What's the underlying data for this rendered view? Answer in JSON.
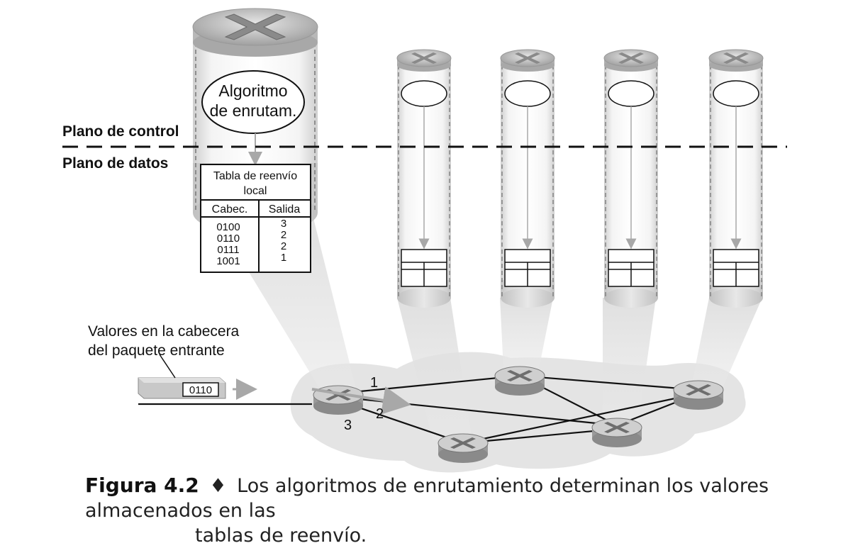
{
  "labels": {
    "control_plane": "Plano de control",
    "data_plane": "Plano de datos",
    "packet_header_line1": "Valores en la cabecera",
    "packet_header_line2": "del paquete entrante",
    "packet_value": "0110"
  },
  "algorithm": {
    "line1": "Algoritmo",
    "line2": "de enrutam."
  },
  "forwarding_table": {
    "title_line1": "Tabla de reenvío",
    "title_line2": "local",
    "col_header": "Cabec.",
    "col_output": "Salida",
    "rows": [
      {
        "header": "0100",
        "output": "3"
      },
      {
        "header": "0110",
        "output": "2"
      },
      {
        "header": "0111",
        "output": "2"
      },
      {
        "header": "1001",
        "output": "1"
      }
    ]
  },
  "links": {
    "port1": "1",
    "port2": "2",
    "port3": "3"
  },
  "caption": {
    "label": "Figura 4.2",
    "bullet": "♦",
    "text_line1": "Los algoritmos de enrutamiento determinan los valores almacenados en las",
    "text_line2": "tablas de reenvío."
  },
  "colors": {
    "cylinder_fill": "#e0e0e0",
    "router_fill": "#c8c8c8",
    "cloud_fill": "#e6e6e6",
    "dash": "#111111"
  }
}
